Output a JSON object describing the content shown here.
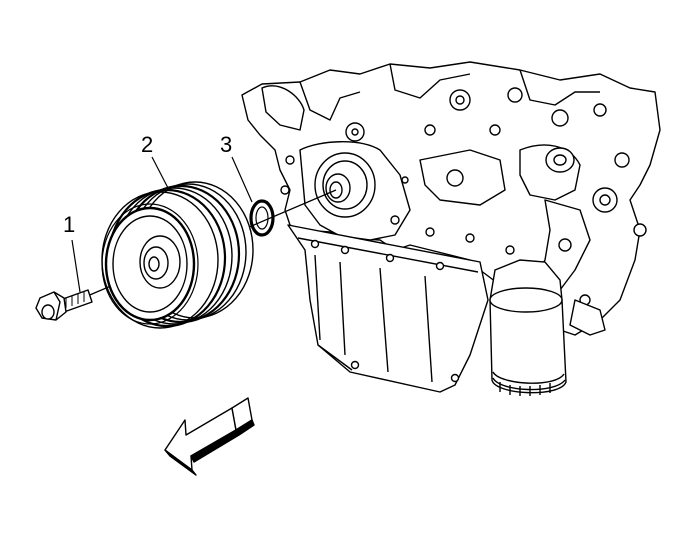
{
  "callouts": [
    {
      "id": "1",
      "part": "bolt"
    },
    {
      "id": "2",
      "part": "pulley"
    },
    {
      "id": "3",
      "part": "seal"
    }
  ],
  "colors": {
    "line": "#000000",
    "background": "#ffffff"
  }
}
